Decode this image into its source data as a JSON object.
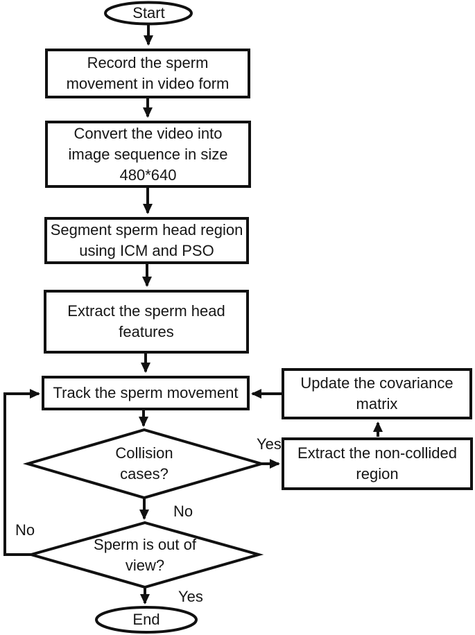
{
  "colors": {
    "line": "#111111",
    "text": "#161616",
    "background": "#ffffff"
  },
  "flowchart": {
    "nodes": {
      "start": {
        "type": "terminal",
        "label": "Start"
      },
      "record": {
        "type": "process",
        "lines": [
          "Record the sperm",
          "movement in video form"
        ]
      },
      "convert": {
        "type": "process",
        "lines": [
          "Convert the video into",
          "image sequence in size",
          "480*640"
        ]
      },
      "segment": {
        "type": "process",
        "lines": [
          "Segment sperm head region",
          "using ICM and PSO"
        ]
      },
      "extract_features": {
        "type": "process",
        "lines": [
          "Extract the sperm head",
          "features"
        ]
      },
      "track": {
        "type": "process",
        "lines": [
          "Track the sperm movement"
        ]
      },
      "update_covariance": {
        "type": "process",
        "lines": [
          "Update the covariance",
          "matrix"
        ]
      },
      "collision": {
        "type": "decision",
        "lines": [
          "Collision",
          "cases?"
        ]
      },
      "extract_region": {
        "type": "process",
        "lines": [
          "Extract the non-collided",
          "region"
        ]
      },
      "out_of_view": {
        "type": "decision",
        "lines": [
          "Sperm is out of",
          "view?"
        ]
      },
      "end": {
        "type": "terminal",
        "label": "End"
      }
    },
    "edge_labels": {
      "collision_yes": "Yes",
      "collision_no": "No",
      "out_of_view_no": "No",
      "out_of_view_yes": "Yes"
    }
  }
}
